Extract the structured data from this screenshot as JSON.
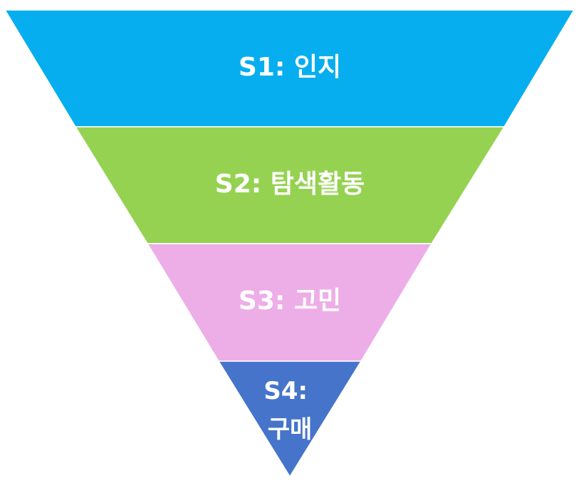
{
  "funnel": {
    "stages": [
      {
        "label": "S1: 인지",
        "color": "#06AEEF"
      },
      {
        "label": "S2: 탐색활동",
        "color": "#95D251"
      },
      {
        "label": "S3: 고민",
        "color": "#EDAEE8"
      },
      {
        "label": "S4: 구매",
        "line1": "S4:",
        "line2": "구매",
        "color": "#4574CA"
      }
    ]
  }
}
